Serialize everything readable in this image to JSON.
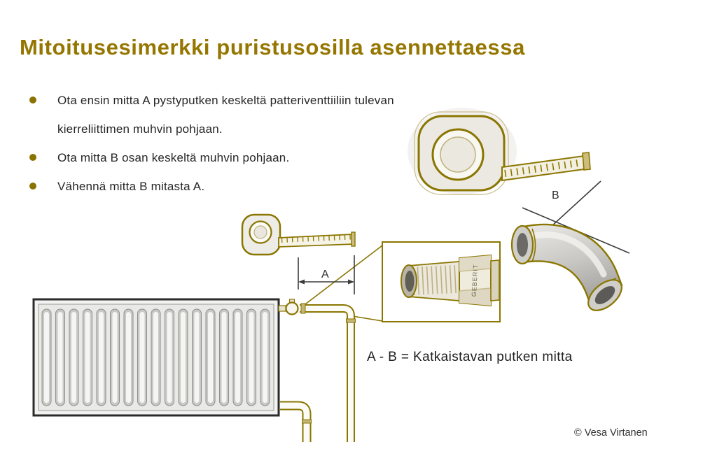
{
  "slide": {
    "title": "Mitoitusesimerkki puristusosilla asennettaessa",
    "bullets": [
      {
        "lines": [
          "Ota ensin mitta A pystyputken keskeltä patteriventtiiliin tulevan",
          "kierreliittimen muhvin pohjaan."
        ]
      },
      {
        "lines": [
          "Ota mitta B osan keskeltä muhvin pohjaan."
        ]
      },
      {
        "lines": [
          "Vähennä mitta B mitasta A."
        ]
      }
    ],
    "diagram": {
      "dimension_a_label": "A",
      "dimension_b_label": "B",
      "fitting_brand": "GEBERIT",
      "formula": "A - B = Katkaistavan putken mitta"
    },
    "copyright": "© Vesa Virtanen",
    "colors": {
      "accent_gold": "#957600",
      "drawing_outline": "#8a7600",
      "body_text": "#262626",
      "dimension_lines": "#3c3c3c"
    }
  }
}
